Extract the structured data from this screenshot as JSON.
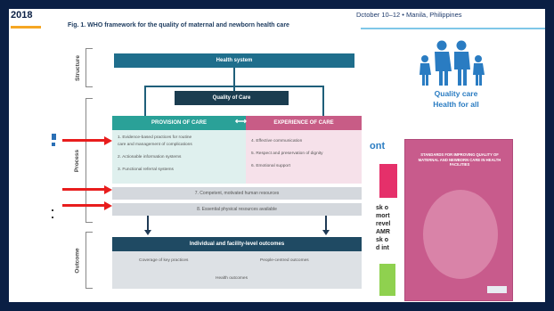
{
  "header": {
    "year": "2018",
    "event": "Dctober 10–12 • Manila, Philippines"
  },
  "figure": {
    "title": "Fig. 1. WHO framework for the quality of maternal and newborn health care",
    "side_labels": [
      "Structure",
      "Process",
      "Outcome"
    ],
    "health_system": "Health system",
    "quality_of_care": "Quality of Care",
    "swap_symbol": "⟷",
    "provision": {
      "title": "PROVISION OF CARE",
      "items": [
        "1. Evidence-based practices for routine",
        "care and management of complications",
        "2. Actionable information systems",
        "3. Functional referral systems"
      ]
    },
    "experience": {
      "title": "EXPERIENCE OF CARE",
      "items": [
        "4. Effective communication",
        "5. Respect and preservation of dignity",
        "6. Emotional support"
      ]
    },
    "bars": [
      "7. Competent, motivated human resources",
      "8. Essential physical resources available"
    ],
    "outcomes": {
      "title": "Individual and facility-level outcomes",
      "items": [
        "Coverage of key practices",
        "People-centred outcomes",
        "Health outcomes"
      ]
    }
  },
  "sidebar": {
    "slogan_line1": "Quality care",
    "slogan_line2": "Health for all",
    "fragment_cont": "ont",
    "fragments": [
      "sk o",
      "mort",
      "revel",
      "AMR",
      "sk o",
      "d int"
    ],
    "report_title": "STANDARDS FOR IMPROVING QUALITY OF MATERNAL AND NEWBORN CARE IN HEALTH FACILITIES"
  },
  "colors": {
    "frame": "#0a1f44",
    "accent_orange": "#f5a623",
    "provision": "#2aa198",
    "experience": "#c85c86",
    "annotation_red": "#e81d1d",
    "slogan_blue": "#2a7cc2"
  }
}
